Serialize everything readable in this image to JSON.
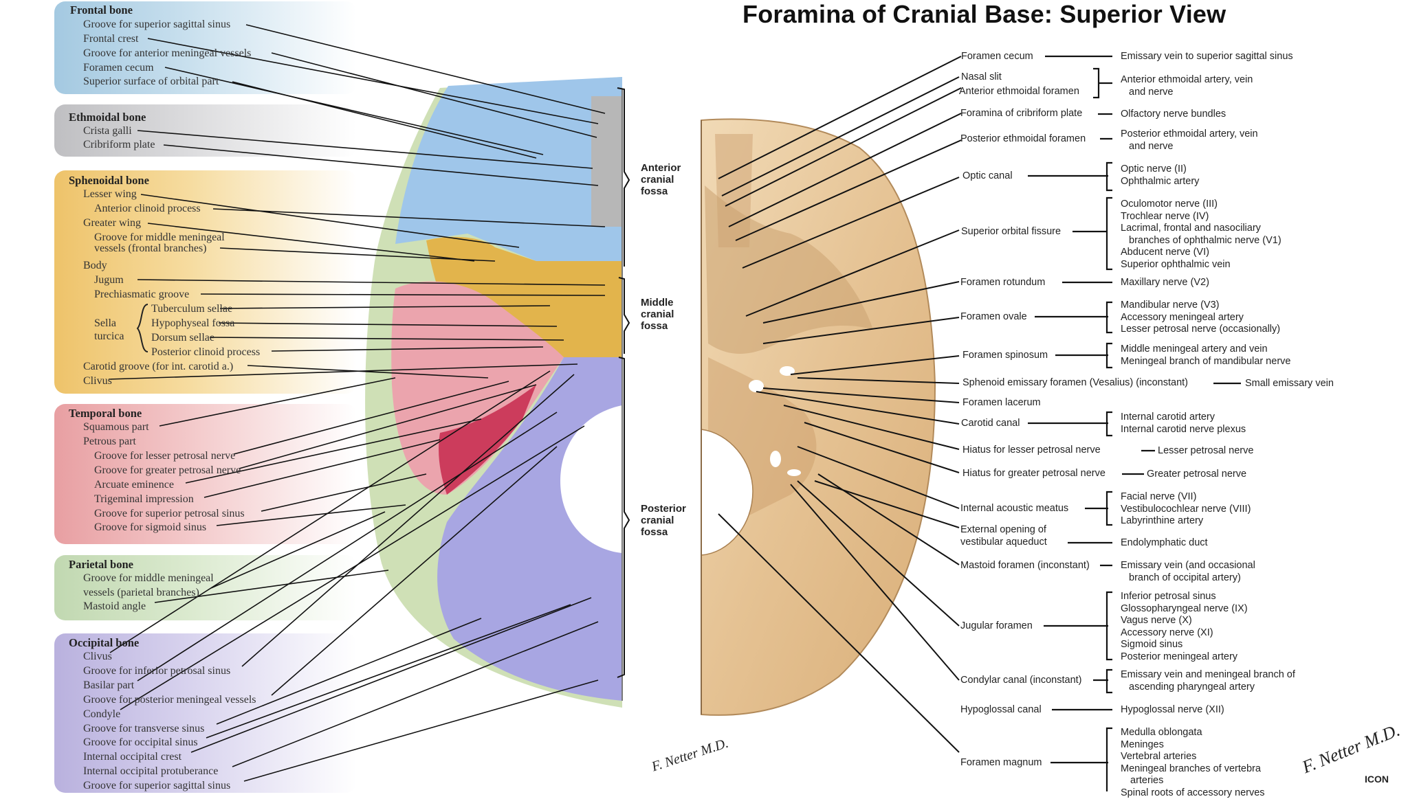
{
  "title": "Foramina of Cranial Base: Superior View",
  "left_groups": [
    {
      "title": "Frontal bone",
      "items": [
        "Groove for superior sagittal sinus",
        "Frontal crest",
        "Groove for anterior meningeal vessels",
        "Foramen cecum",
        "Superior surface of orbital part"
      ]
    },
    {
      "title": "Ethmoidal bone",
      "items": [
        "Crista galli",
        "Cribriform plate"
      ]
    },
    {
      "title": "Sphenoidal bone",
      "items": [
        "Lesser wing",
        "Anterior clinoid process",
        "Greater wing",
        "Groove for middle meningeal",
        "vessels (frontal branches)",
        "Body",
        "Jugum",
        "Prechiasmatic groove",
        "Tuberculum sellae",
        "Hypophyseal fossa",
        "Dorsum sellae",
        "Posterior clinoid process",
        "Carotid groove (for int. carotid a.)",
        "Clivus"
      ],
      "sella_label": "Sella turcica"
    },
    {
      "title": "Temporal bone",
      "items": [
        "Squamous part",
        "Petrous part",
        "Groove for lesser petrosal nerve",
        "Groove for greater petrosal nerve",
        "Arcuate eminence",
        "Trigeminal impression",
        "Groove for superior petrosal sinus",
        "Groove for sigmoid sinus"
      ]
    },
    {
      "title": "Parietal bone",
      "items": [
        "Groove for middle meningeal",
        "vessels (parietal branches)",
        "Mastoid angle"
      ]
    },
    {
      "title": "Occipital bone",
      "items": [
        "Clivus",
        "Groove for inferior petrosal sinus",
        "Basilar part",
        "Groove for posterior meningeal vessels",
        "Condyle",
        "Groove for transverse sinus",
        "Groove for occipital sinus",
        "Internal occipital crest",
        "Internal occipital protuberance",
        "Groove for superior sagittal sinus"
      ]
    }
  ],
  "fossae": [
    "Anterior cranial fossa",
    "Middle cranial fossa",
    "Posterior cranial fossa"
  ],
  "right_rows": [
    {
      "label": "Foramen cecum",
      "desc": [
        "Emissary vein to superior sagittal sinus"
      ]
    },
    {
      "label": "Nasal slit",
      "label2": "Anterior ethmoidal foramen",
      "desc": [
        "Anterior ethmoidal artery, vein",
        "and nerve"
      ]
    },
    {
      "label": "Foramina of cribriform plate",
      "desc": [
        "Olfactory nerve bundles"
      ]
    },
    {
      "label": "Posterior ethmoidal foramen",
      "desc": [
        "Posterior ethmoidal artery, vein",
        "and nerve"
      ]
    },
    {
      "label": "Optic canal",
      "desc": [
        "Optic nerve (II)",
        "Ophthalmic artery"
      ]
    },
    {
      "label": "Superior orbital fissure",
      "desc": [
        "Oculomotor nerve (III)",
        "Trochlear nerve (IV)",
        "Lacrimal, frontal and nasociliary",
        "branches of ophthalmic nerve (V1)",
        "Abducent nerve (VI)",
        "Superior ophthalmic vein"
      ]
    },
    {
      "label": "Foramen rotundum",
      "desc": [
        "Maxillary nerve (V2)"
      ]
    },
    {
      "label": "Foramen ovale",
      "desc": [
        "Mandibular nerve (V3)",
        "Accessory meningeal artery",
        "Lesser petrosal nerve (occasionally)"
      ]
    },
    {
      "label": "Foramen spinosum",
      "desc": [
        "Middle meningeal artery and vein",
        "Meningeal branch of mandibular nerve"
      ]
    },
    {
      "label": "Sphenoid emissary foramen (Vesalius) (inconstant)",
      "desc": [
        "Small emissary vein"
      ]
    },
    {
      "label": "Foramen lacerum",
      "desc": []
    },
    {
      "label": "Carotid canal",
      "desc": [
        "Internal carotid artery",
        "Internal carotid nerve plexus"
      ]
    },
    {
      "label": "Hiatus for lesser petrosal nerve",
      "desc": [
        "Lesser petrosal nerve"
      ]
    },
    {
      "label": "Hiatus for greater petrosal nerve",
      "desc": [
        "Greater petrosal nerve"
      ]
    },
    {
      "label": "Internal acoustic meatus",
      "desc": [
        "Facial nerve (VII)",
        "Vestibulocochlear nerve (VIII)",
        "Labyrinthine artery"
      ]
    },
    {
      "label": "External opening of",
      "label2": "vestibular aqueduct",
      "desc": [
        "Endolymphatic duct"
      ]
    },
    {
      "label": "Mastoid foramen (inconstant)",
      "desc": [
        "Emissary vein (and occasional",
        "branch of occipital artery)"
      ]
    },
    {
      "label": "Jugular foramen",
      "desc": [
        "Inferior petrosal sinus",
        "Glossopharyngeal nerve (IX)",
        "Vagus nerve (X)",
        "Accessory nerve (XI)",
        "Sigmoid sinus",
        "Posterior meningeal artery"
      ]
    },
    {
      "label": "Condylar canal (inconstant)",
      "desc": [
        "Emissary vein and meningeal branch of",
        "ascending pharyngeal artery"
      ]
    },
    {
      "label": "Hypoglossal canal",
      "desc": [
        "Hypoglossal nerve (XII)"
      ]
    },
    {
      "label": "Foramen magnum",
      "desc": [
        "Medulla oblongata",
        "Meninges",
        "Vertebral arteries",
        "Meningeal branches of vertebra",
        "arteries",
        "Spinal roots of accessory nerves"
      ]
    }
  ],
  "signature": "F. Netter M.D.",
  "logo_text": "ICON",
  "colors": {
    "frontal": "#a9cde3",
    "ethmoid": "#c6c6c6",
    "sphenoid": "#f0c66a",
    "temporal": "#e9a2a4",
    "parietal": "#c5dcb5",
    "occipital": "#bcb4df",
    "bone": "#e8c79c"
  }
}
